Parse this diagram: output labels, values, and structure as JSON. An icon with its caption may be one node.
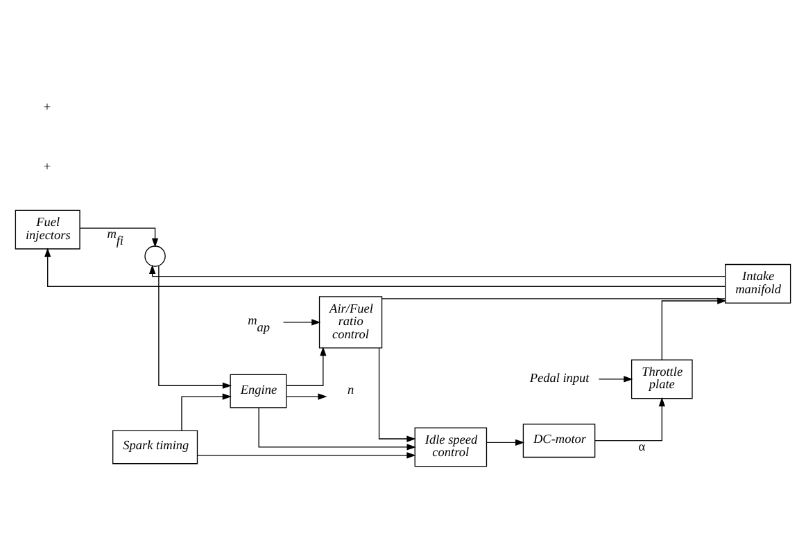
{
  "diagram": {
    "nodes": [
      {
        "text": [
          "Fuel injectors"
        ]
      },
      {
        "text": [
          "Spark timing"
        ]
      },
      {
        "text": [
          "Pedal input"
        ]
      },
      {
        "text": [
          "Throttle plate"
        ]
      },
      {
        "text": [
          "Intake manifold"
        ]
      },
      {
        "text": [],
        "shape": "circle"
      },
      {
        "text": [
          "Engine"
        ]
      },
      {
        "text": [
          "n"
        ]
      },
      {
        "text": [
          "m$_{ap}$"
        ]
      },
      {
        "text": [
          "DC-motor"
        ]
      },
      {
        "text": [
          "Air/Fuel ratio control"
        ]
      },
      {
        "text": [
          "Idle speed control"
        ]
      }
    ],
    "edges": [
      {
        "from": 2,
        "to": 3,
        "arrow": "to"
      },
      {
        "from": 3,
        "to": 4,
        "arrow": "to"
      },
      {
        "from": 4,
        "to": 0,
        "arrow": "to"
      },
      {
        "from": 4,
        "to": 5,
        "arrow": "to"
      },
      {
        "from": 0,
        "to": 5,
        "arrow": "to",
        "label": "m$_{fi}$"
      },
      {
        "from": 5,
        "to": 6,
        "arrow": "to"
      },
      {
        "from": 1,
        "to": 6,
        "arrow": "to"
      },
      {
        "from": 6,
        "to": 7,
        "arrow": "to"
      },
      {
        "from": 6,
        "to": 10,
        "arrow": "to"
      },
      {
        "from": 6,
        "to": 11,
        "arrow": "to"
      },
      {
        "from": 1,
        "to": 11,
        "arrow": "to"
      },
      {
        "from": 4,
        "to": 10,
        "arrow": "none"
      },
      {
        "from": 8,
        "to": 10,
        "arrow": "to"
      },
      {
        "from": 10,
        "to": 11,
        "arrow": "to"
      },
      {
        "from": 11,
        "to": 9,
        "arrow": "to"
      },
      {
        "from": 9,
        "to": 3,
        "arrow": "to",
        "label": "α"
      }
    ],
    "labels": [
      "+",
      "+"
    ]
  }
}
